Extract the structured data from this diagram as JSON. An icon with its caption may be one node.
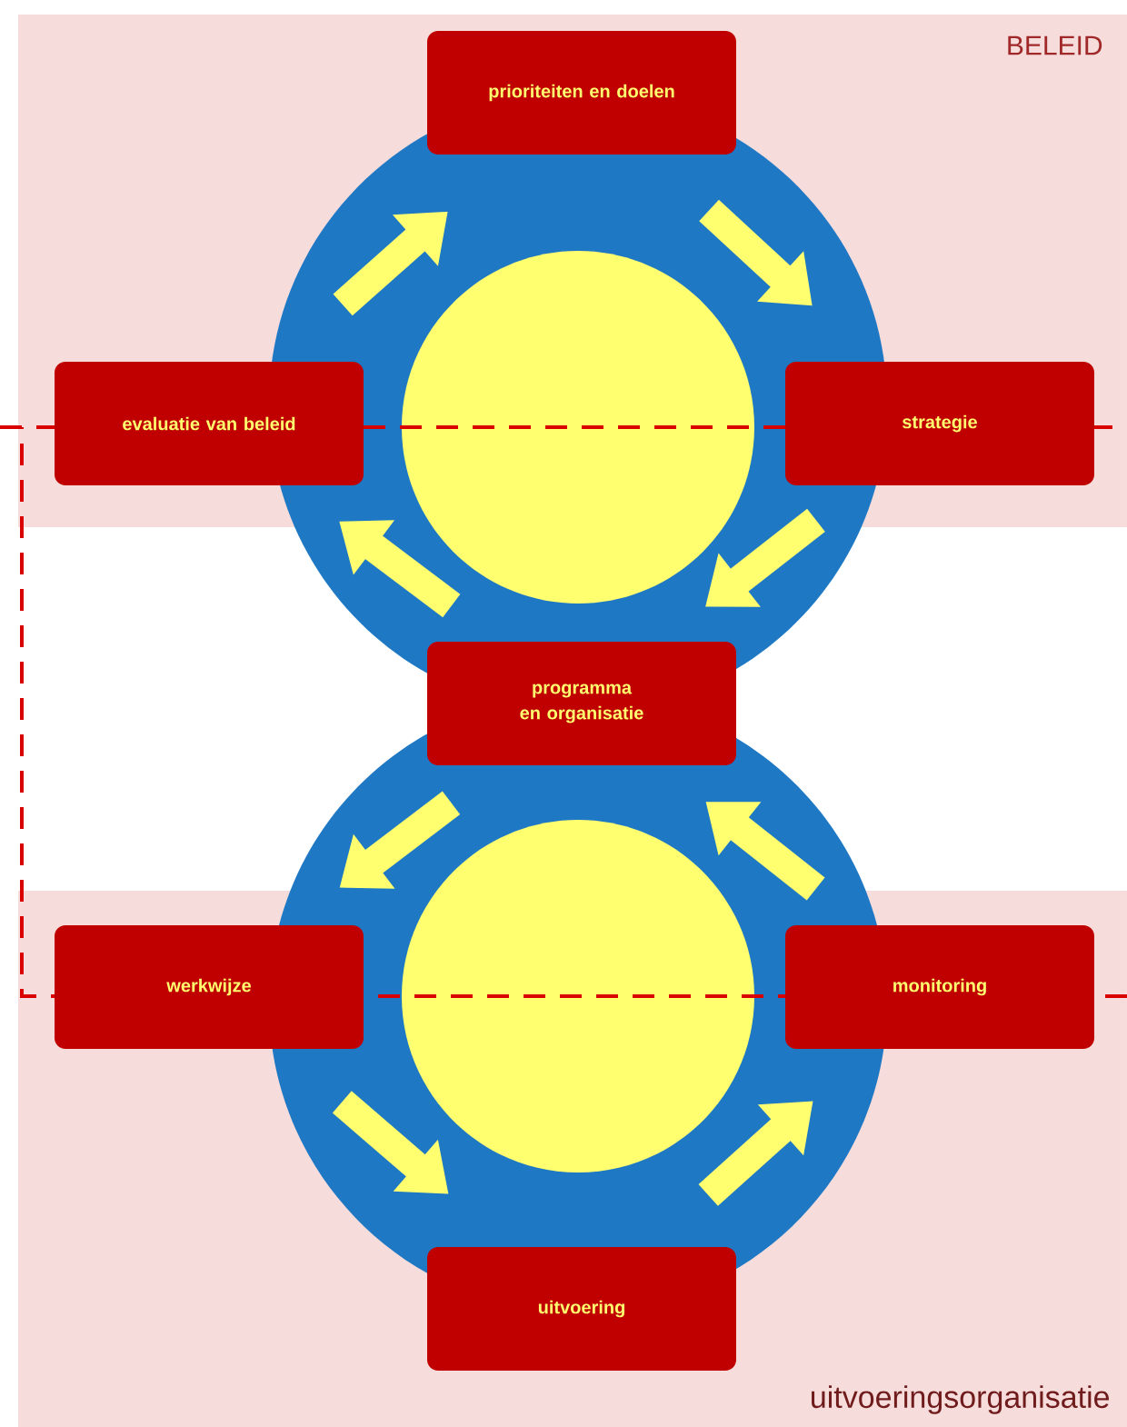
{
  "diagram": {
    "nodes": [
      {
        "text": [
          "prioriteiten en doelen"
        ]
      },
      {
        "text": [
          "evaluatie van beleid"
        ]
      },
      {
        "text": [
          "strategie"
        ]
      },
      {
        "text": [
          "programma en organisatie"
        ]
      },
      {
        "text": [
          "werkwijze"
        ]
      },
      {
        "text": [
          "monitoring"
        ]
      },
      {
        "text": [
          "uitvoering"
        ]
      }
    ],
    "edges": [
      {
        "from": 0,
        "to": 2,
        "arrow": "to"
      },
      {
        "from": 2,
        "to": 3,
        "arrow": "to"
      },
      {
        "from": 3,
        "to": 1,
        "arrow": "to"
      },
      {
        "from": 1,
        "to": 0,
        "arrow": "to"
      },
      {
        "from": 3,
        "to": 4,
        "arrow": "to"
      },
      {
        "from": 4,
        "to": 6,
        "arrow": "to"
      },
      {
        "from": 6,
        "to": 5,
        "arrow": "to"
      },
      {
        "from": 5,
        "to": 3,
        "arrow": "to"
      }
    ],
    "labels": [
      "BELEID",
      "uitvoeringsorganisatie"
    ]
  }
}
